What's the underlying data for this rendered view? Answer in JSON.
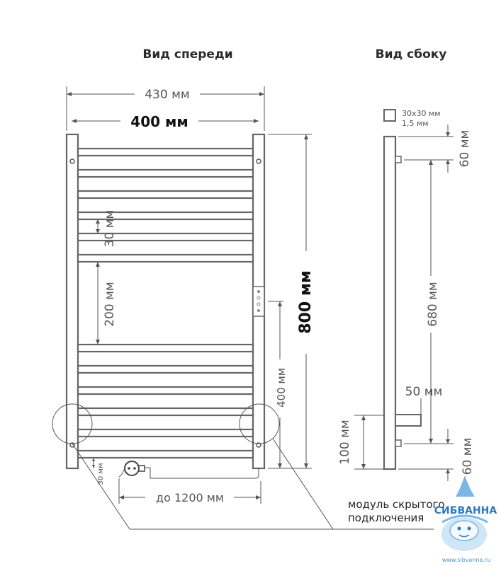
{
  "views": {
    "front_title": "Вид спереди",
    "side_title": "Вид сбоку"
  },
  "front": {
    "overall_width": "430 мм",
    "axis_width": "400 мм",
    "height": "800 мм",
    "gap_small": "30 мм",
    "gap_large": "200 мм",
    "connection_height": "400 мм",
    "bottom_gap": "30 мм",
    "cable_length": "до 1200 мм"
  },
  "side": {
    "profile_line1": "30х30 мм",
    "profile_line2": "1,5 мм",
    "top_offset": "60 мм",
    "mount_distance": "680 мм",
    "wall_offset": "50 мм",
    "bottom_mount": "100 мм",
    "bottom_offset": "60 мм"
  },
  "module": {
    "label_line1": "модуль скрытого",
    "label_line2": "подключения"
  },
  "watermark": {
    "brand": "СИБВАННА",
    "url": "www.sibvanna.ru"
  },
  "colors": {
    "line": "#666666",
    "text": "#555555",
    "brand": "#2f78b7"
  }
}
